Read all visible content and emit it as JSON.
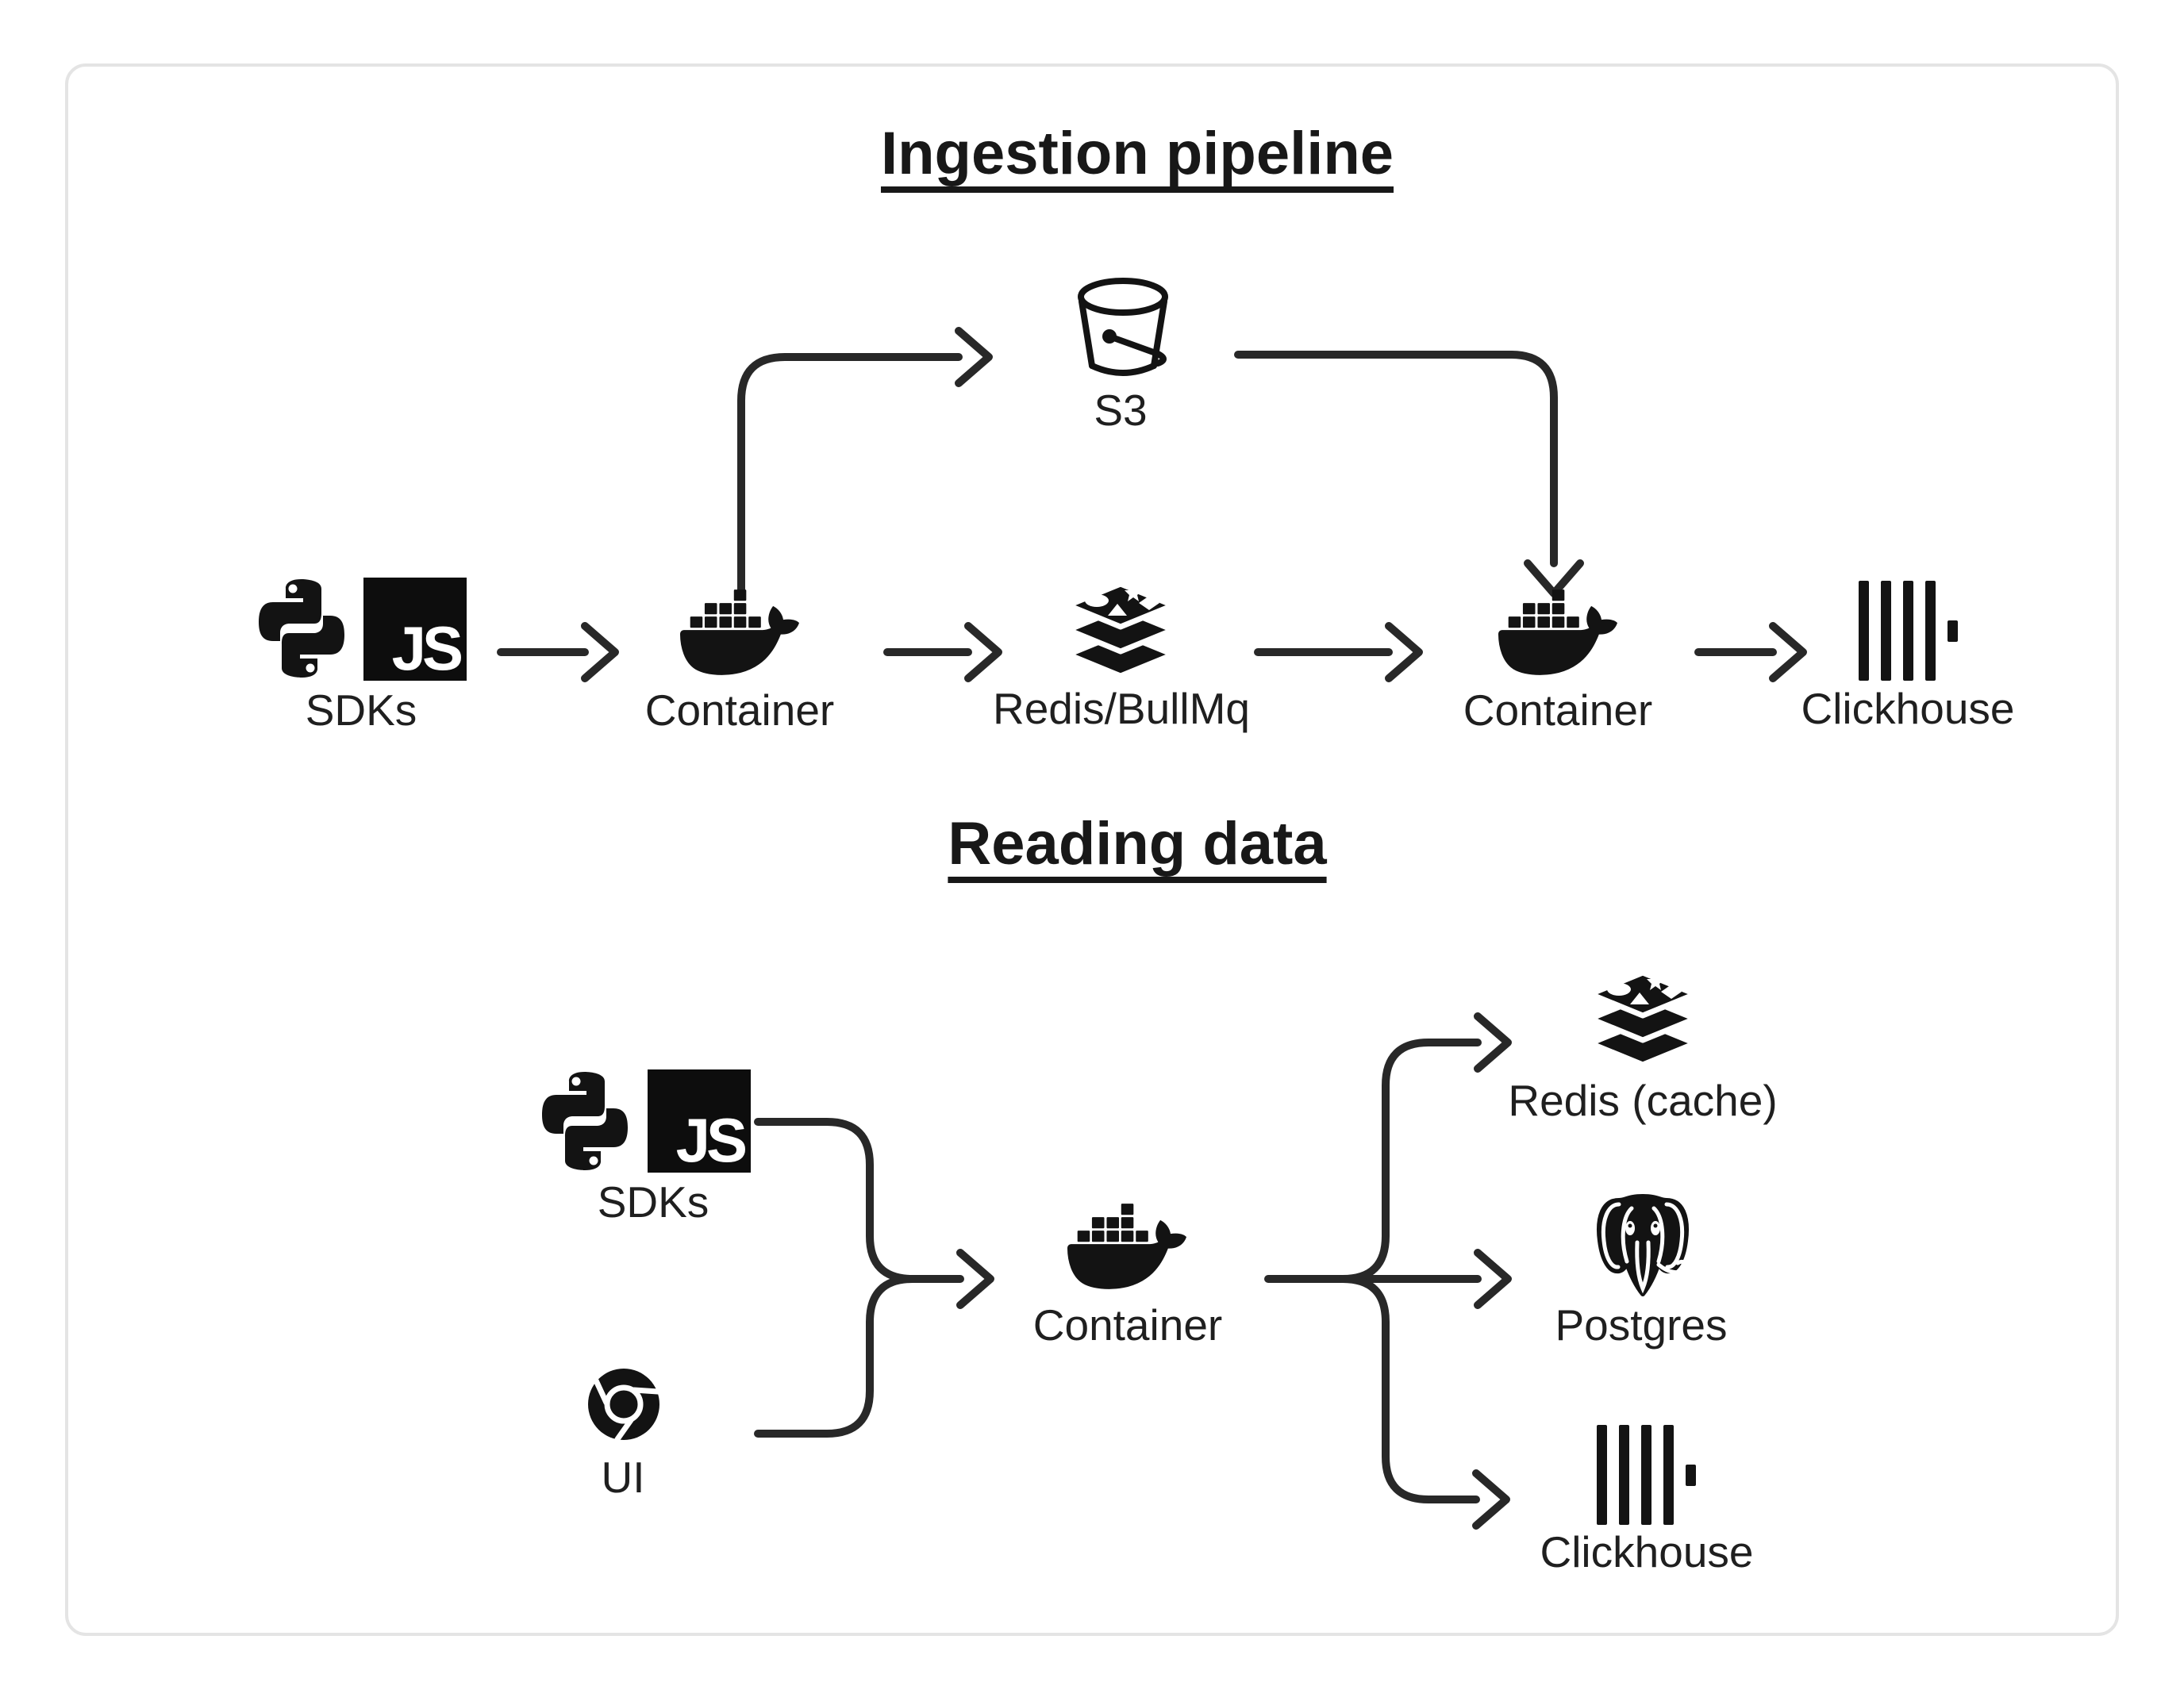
{
  "canvas": {
    "background": "#ffffff",
    "card_background": "#ffffff",
    "card_border_color": "#e4e4e4",
    "icon_ink": "#131313",
    "line_color": "#282828",
    "text_color": "#1f1f1f"
  },
  "ingestion": {
    "title": "Ingestion pipeline",
    "nodes": {
      "sdks": {
        "label": "SDKs",
        "icons": [
          "python-icon",
          "javascript-icon"
        ]
      },
      "container_in": {
        "label": "Container",
        "icons": [
          "docker-icon"
        ]
      },
      "s3": {
        "label": "S3",
        "icons": [
          "s3-bucket-icon"
        ]
      },
      "redis_queue": {
        "label": "Redis/BullMq",
        "icons": [
          "redis-icon"
        ]
      },
      "container_worker": {
        "label": "Container",
        "icons": [
          "docker-icon"
        ]
      },
      "clickhouse": {
        "label": "Clickhouse",
        "icons": [
          "clickhouse-icon"
        ]
      }
    },
    "flows": [
      {
        "from": "SDKs",
        "to": "Container"
      },
      {
        "from": "Container",
        "to": "S3"
      },
      {
        "from": "Container",
        "to": "Redis/BullMq"
      },
      {
        "from": "S3",
        "to": "Container"
      },
      {
        "from": "Redis/BullMq",
        "to": "Container"
      },
      {
        "from": "Container",
        "to": "Clickhouse"
      }
    ]
  },
  "reading": {
    "title": "Reading data",
    "nodes": {
      "sdks": {
        "label": "SDKs",
        "icons": [
          "python-icon",
          "javascript-icon"
        ]
      },
      "ui": {
        "label": "UI",
        "icons": [
          "chrome-icon"
        ]
      },
      "container": {
        "label": "Container",
        "icons": [
          "docker-icon"
        ]
      },
      "redis_cache": {
        "label": "Redis (cache)",
        "icons": [
          "redis-icon"
        ]
      },
      "postgres": {
        "label": "Postgres",
        "icons": [
          "postgresql-icon"
        ]
      },
      "clickhouse": {
        "label": "Clickhouse",
        "icons": [
          "clickhouse-icon"
        ]
      }
    },
    "flows": [
      {
        "from": "SDKs",
        "to": "Container"
      },
      {
        "from": "UI",
        "to": "Container"
      },
      {
        "from": "Container",
        "to": "Redis (cache)"
      },
      {
        "from": "Container",
        "to": "Postgres"
      },
      {
        "from": "Container",
        "to": "Clickhouse"
      }
    ]
  },
  "icons": {
    "js_badge_text": "JS"
  }
}
